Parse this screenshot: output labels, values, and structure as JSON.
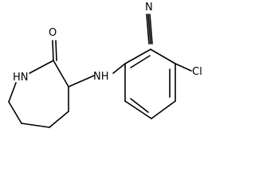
{
  "structure": {
    "atom_labels": {
      "nitrile_n": "N",
      "lactam_oxygen": "O",
      "lactam_nh": "HN",
      "amine_nh": "NH",
      "chlorine": "Cl"
    },
    "colors": {
      "bond": "#000000",
      "label": "#000000",
      "background": "#ffffff"
    }
  }
}
